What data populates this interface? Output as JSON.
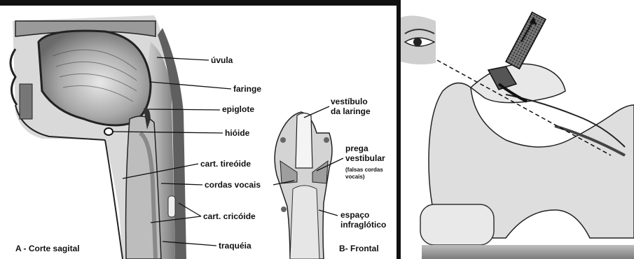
{
  "left_panel": {
    "sagittal": {
      "caption": "A - Corte sagital",
      "labels": {
        "uvula": "úvula",
        "faringe": "faringe",
        "epiglote": "epiglote",
        "hioide": "hióide",
        "cart_tireoide": "cart. tireóide",
        "cordas_vocais": "cordas vocais",
        "cart_cricoide": "cart. cricóide",
        "traqueia": "traquéia"
      }
    },
    "frontal": {
      "caption": "B- Frontal",
      "labels": {
        "vestibulo_1": "vestíbulo",
        "vestibulo_2": "da laringe",
        "prega_1": "prega",
        "prega_2": "vestibular",
        "falsas_1": "(falsas cordas",
        "falsas_2": "vocais)",
        "espaco_1": "espaço",
        "espaco_2": "infraglótico"
      }
    }
  },
  "right_panel": {
    "icons": [
      "eye-icon",
      "laryngoscope-icon",
      "arrow-up-right-icon"
    ]
  }
}
